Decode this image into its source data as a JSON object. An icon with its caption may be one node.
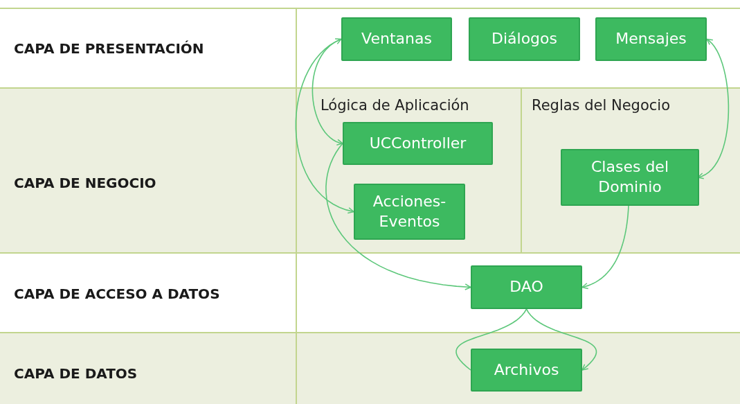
{
  "diagram": {
    "nodes": [
      {
        "text": [
          "Ventanas"
        ]
      },
      {
        "text": [
          "Diálogos"
        ]
      },
      {
        "text": [
          "Mensajes"
        ]
      },
      {
        "text": [
          "Lógica de Aplicación"
        ]
      },
      {
        "text": [
          "UCController"
        ],
        "in": 3
      },
      {
        "text": [
          "Acciones- Eventos"
        ],
        "in": 3
      },
      {
        "text": [
          "Reglas del Negocio"
        ]
      },
      {
        "text": [
          "Clases del Dominio"
        ],
        "in": 6
      },
      {
        "text": [
          "DAO"
        ]
      },
      {
        "text": [
          "Archivos"
        ]
      }
    ],
    "edges": [
      {
        "from": 4,
        "to": 0,
        "arrow": "both"
      },
      {
        "from": 0,
        "to": 5,
        "arrow": "to"
      },
      {
        "from": 4,
        "to": 8,
        "arrow": "to"
      },
      {
        "from": 2,
        "to": 7,
        "arrow": "both"
      },
      {
        "from": 7,
        "to": 8,
        "arrow": "to"
      },
      {
        "from": 8,
        "to": 9,
        "arrow": "none"
      },
      {
        "from": 8,
        "to": 9,
        "arrow": "to"
      }
    ],
    "labels": [
      "CAPA DE PRESENTACIÓN",
      "CAPA DE NEGOCIO",
      "CAPA DE ACCESO A DATOS",
      "CAPA DE DATOS"
    ]
  }
}
